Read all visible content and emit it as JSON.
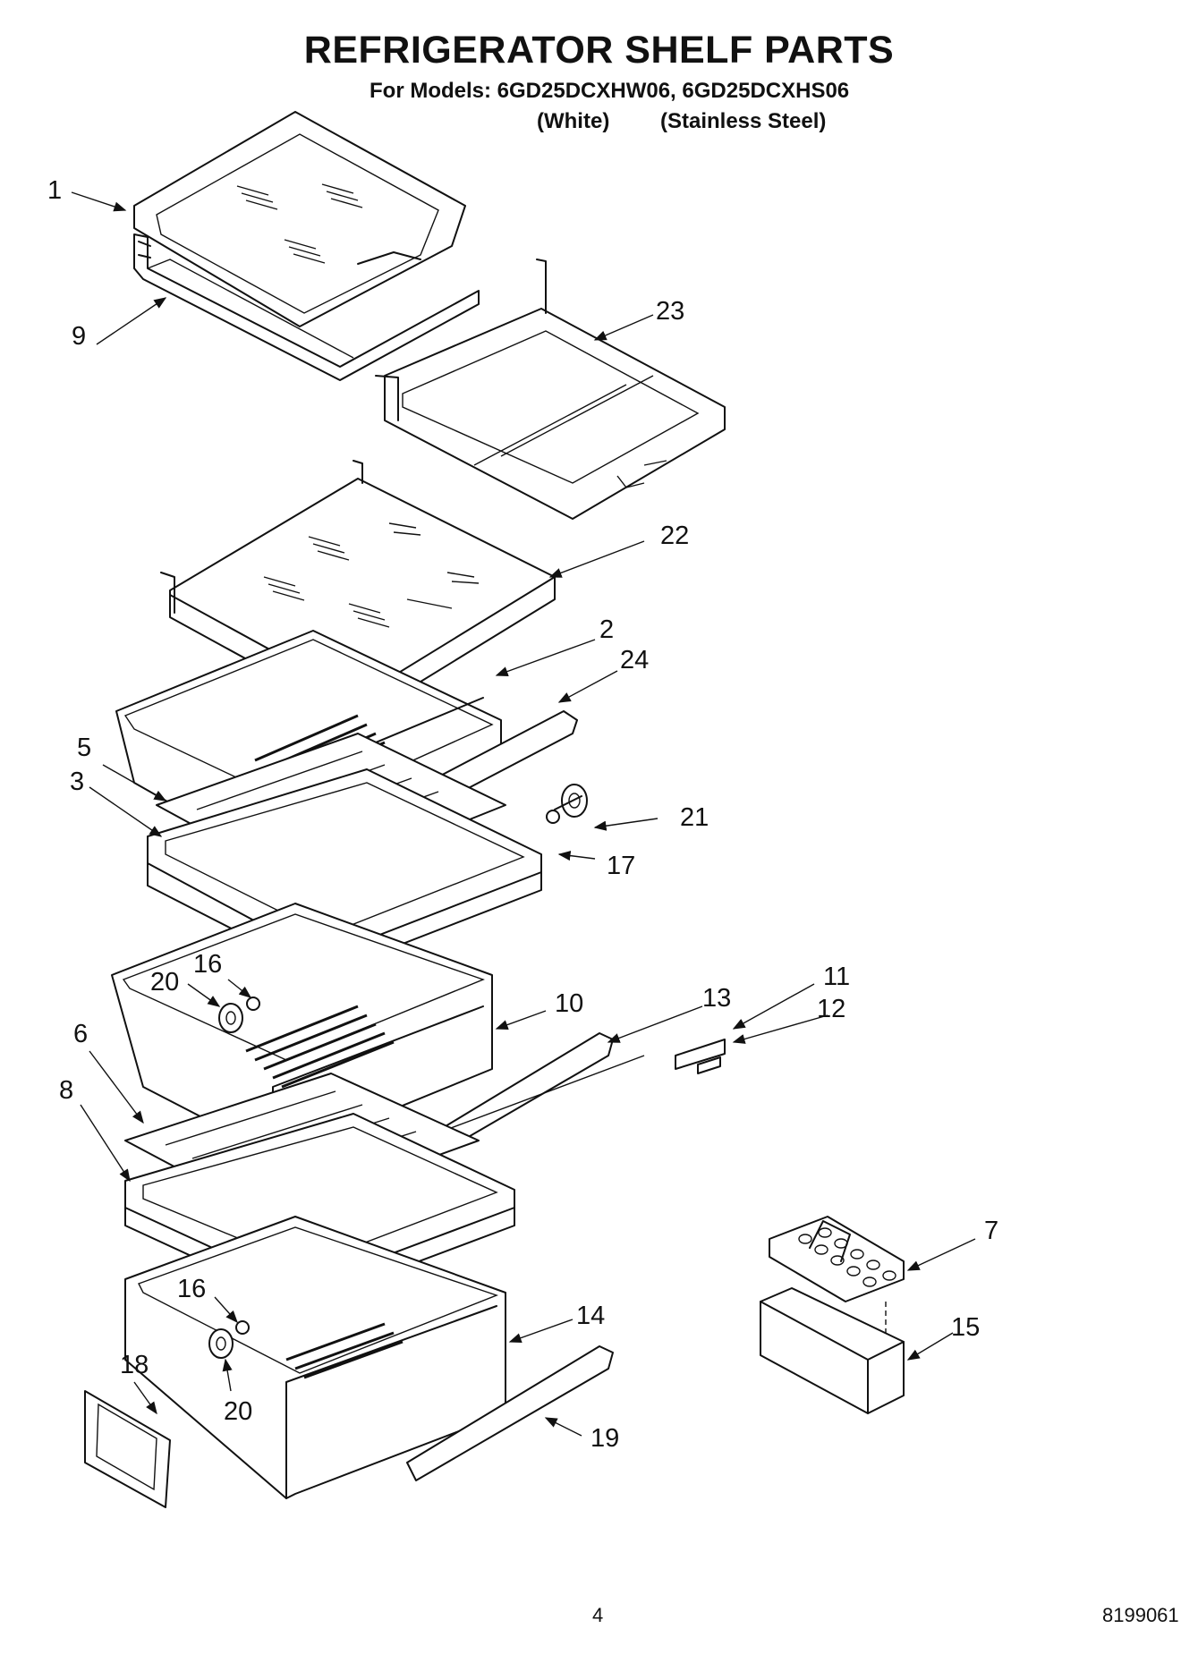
{
  "header": {
    "title": "REFRIGERATOR SHELF PARTS",
    "models_line": "For Models: 6GD25DCXHW06, 6GD25DCXHS06",
    "variant_1": "(White)",
    "variant_2": "(Stainless Steel)"
  },
  "callouts": {
    "c1": "1",
    "c9": "9",
    "c23": "23",
    "c22": "22",
    "c2": "2",
    "c24": "24",
    "c5": "5",
    "c3": "3",
    "c21": "21",
    "c17": "17",
    "c16a": "16",
    "c20a": "20",
    "c10": "10",
    "c13": "13",
    "c11": "11",
    "c12": "12",
    "c6": "6",
    "c8": "8",
    "c7": "7",
    "c15": "15",
    "c16b": "16",
    "c14": "14",
    "c18": "18",
    "c20b": "20",
    "c19": "19"
  },
  "footer": {
    "page_number": "4",
    "document_number": "8199061"
  }
}
